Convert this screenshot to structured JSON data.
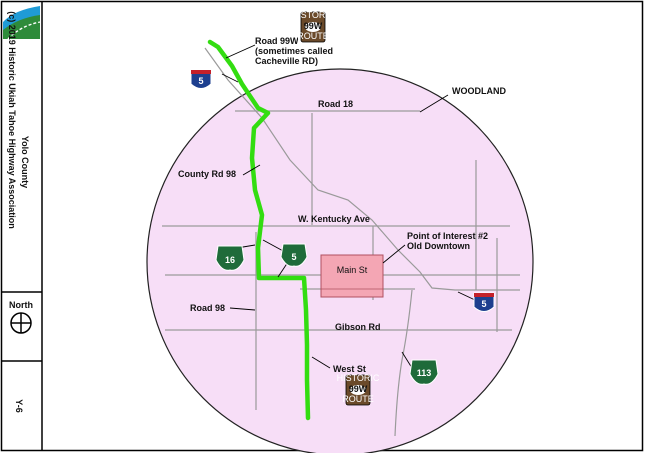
{
  "sidebar": {
    "copyright": "(c) 2019 Historic Ukiah Tahoe Highway Association",
    "county": "Yolo County",
    "north_label": "North",
    "page_code": "Y-6"
  },
  "map": {
    "route_label_lines": [
      "Road 99W",
      "(sometimes called",
      "Cacheville RD)"
    ],
    "region_label": "WOODLAND",
    "roads": {
      "road_18": "Road 18",
      "county_rd_98": "County Rd 98",
      "kentucky": "W. Kentucky Ave",
      "road_98": "Road 98",
      "gibson": "Gibson Rd",
      "west_st": "West St",
      "main_st": "Main St"
    },
    "poi_lines": [
      "Point of Interest #2",
      "Old Downtown"
    ],
    "shields": {
      "interstate": "5",
      "state_16": "16",
      "state_5": "5",
      "state_113": "113",
      "historic_top": "HISTORIC",
      "historic_num": "99W",
      "historic_bottom": "ROUTE"
    }
  },
  "colors": {
    "circle_fill": "#f7def7",
    "route_green": "#33dd11",
    "downtown_fill": "#f4a6b4",
    "road_gray": "#9a9a9a",
    "state_shield": "#1f6b3a",
    "interstate_blue": "#1d3f8f",
    "interstate_red": "#c4202a",
    "historic_brown": "#6b4a2a"
  }
}
